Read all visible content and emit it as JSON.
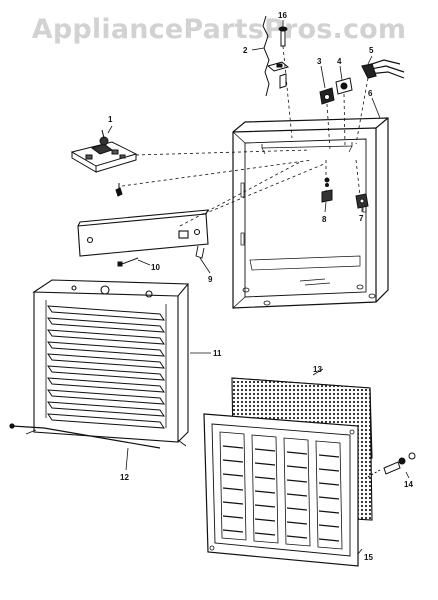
{
  "watermark": "AppliancePartsPros.com",
  "callouts": {
    "c1": "1",
    "c2": "2",
    "c3": "3",
    "c4": "4",
    "c5": "5",
    "c6": "6",
    "c7": "7",
    "c8": "8",
    "c9": "9",
    "c10": "10",
    "c11": "11",
    "c12": "12",
    "c13": "13",
    "c14": "14",
    "c15": "15",
    "c16": "16"
  },
  "colors": {
    "ink": "#111111",
    "watermark": "#d2d2d2",
    "background": "#ffffff"
  }
}
